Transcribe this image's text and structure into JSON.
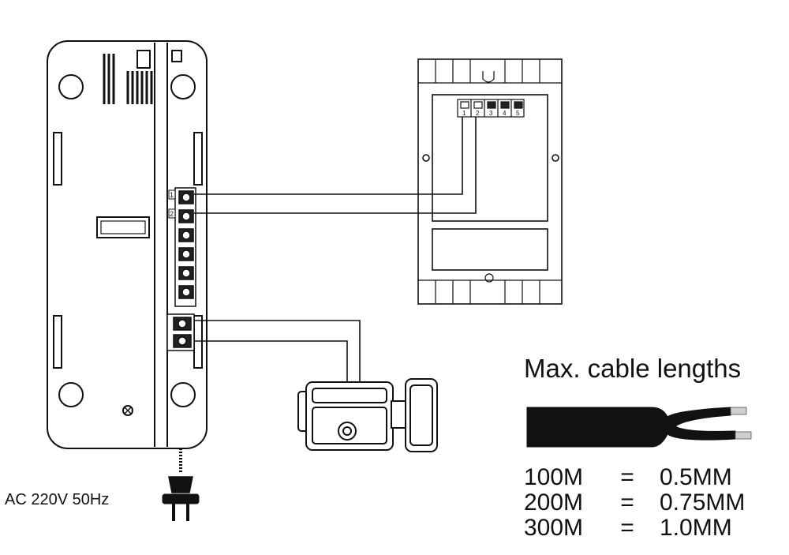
{
  "power": {
    "label": "AC 220V 50Hz"
  },
  "indoor_unit": {
    "terminal_numbers": [
      "1",
      "2"
    ]
  },
  "outdoor_unit": {
    "terminal_numbers": [
      "1",
      "2",
      "3",
      "4",
      "5"
    ]
  },
  "cable": {
    "title": "Max. cable lengths",
    "specs": [
      {
        "length": "100M",
        "equals": "=",
        "gauge": "0.5MM"
      },
      {
        "length": "200M",
        "equals": "=",
        "gauge": "0.75MM"
      },
      {
        "length": "300M",
        "equals": "=",
        "gauge": "1.0MM"
      }
    ]
  }
}
